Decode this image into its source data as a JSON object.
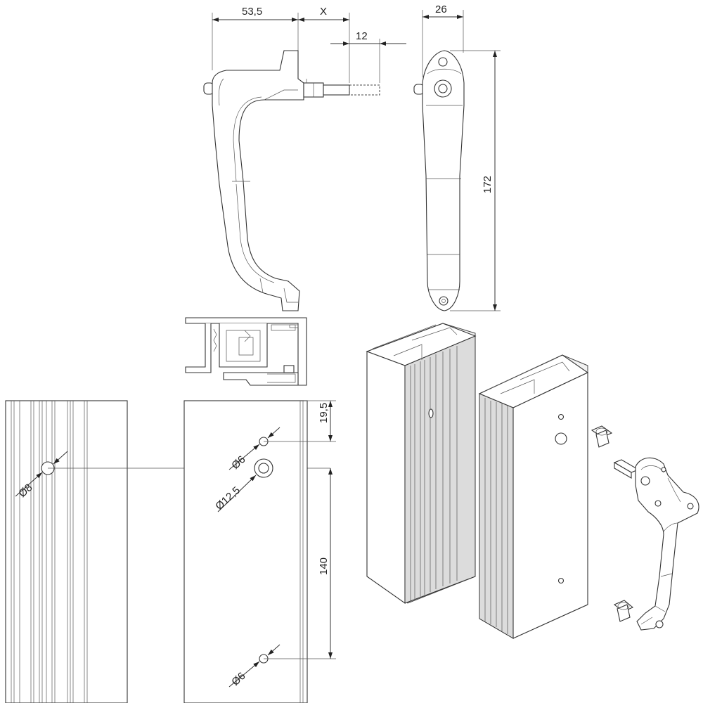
{
  "dimensions": {
    "handle_offset": "53,5",
    "spindle_variable": "X",
    "spindle_tip": "12",
    "handle_width": "26",
    "handle_length": "172",
    "top_offset": "19,5",
    "hole_spacing": "140",
    "side_hole_diameter": "Ø8",
    "small_hole_diameter": "Ø6",
    "large_hole_diameter": "Ø12,5",
    "bottom_hole_diameter": "Ø6"
  }
}
